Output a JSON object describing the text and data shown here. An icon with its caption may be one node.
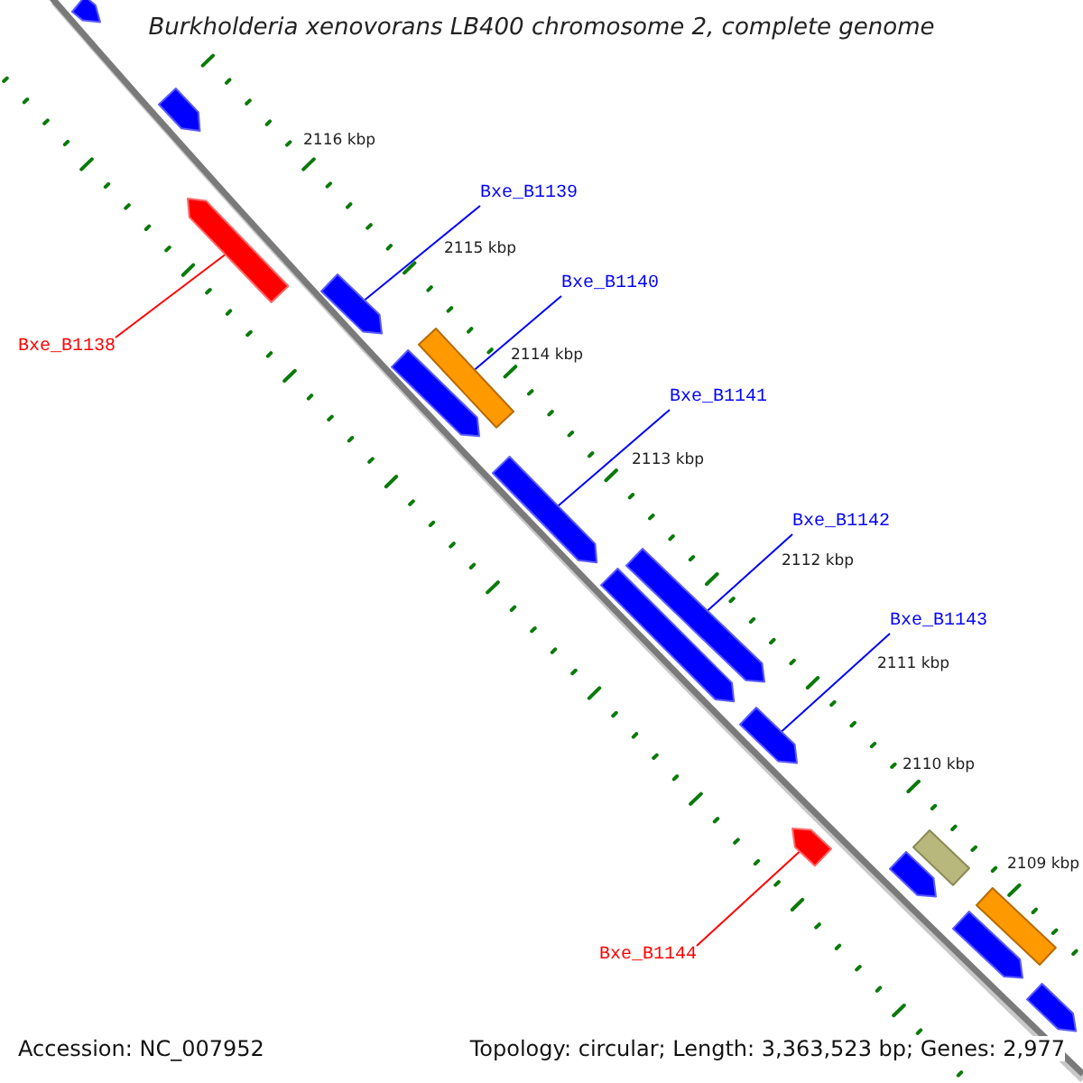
{
  "diagram": {
    "title": "Burkholderia xenovorans LB400 chromosome 2, complete genome",
    "nodes": [
      {
        "text": [],
        "shape": "pentagon"
      },
      {
        "text": [],
        "shape": "pentagon"
      },
      {
        "text": [],
        "shape": "pentagon"
      },
      {
        "text": [],
        "shape": "pentagon"
      },
      {
        "text": [],
        "shape": "pentagon"
      },
      {
        "text": [],
        "shape": "box"
      },
      {
        "text": [],
        "shape": "pentagon"
      },
      {
        "text": [],
        "shape": "pentagon"
      },
      {
        "text": [],
        "shape": "pentagon"
      },
      {
        "text": [],
        "shape": "pentagon"
      },
      {
        "text": [],
        "shape": "pentagon"
      },
      {
        "text": [],
        "shape": "pentagon"
      },
      {
        "text": [],
        "shape": "box"
      },
      {
        "text": [],
        "shape": "pentagon"
      },
      {
        "text": [],
        "shape": "box"
      },
      {
        "text": [],
        "shape": "pentagon"
      },
      {
        "text": [
          "Bxe_B1138"
        ]
      },
      {
        "text": [
          "Bxe_B1139"
        ]
      },
      {
        "text": [
          "Bxe_B1140"
        ]
      },
      {
        "text": [
          "Bxe_B1141"
        ]
      },
      {
        "text": [
          "Bxe_B1142"
        ]
      },
      {
        "text": [
          "Bxe_B1143"
        ]
      },
      {
        "text": [
          "Bxe_B1144"
        ]
      }
    ],
    "edges": [
      {
        "from": 16,
        "to": 2,
        "arrow": "none",
        "color": "#ff0000"
      },
      {
        "from": 17,
        "to": 3,
        "arrow": "none"
      },
      {
        "from": 18,
        "to": 5,
        "arrow": "none"
      },
      {
        "from": 19,
        "to": 6,
        "arrow": "none"
      },
      {
        "from": 20,
        "to": 8,
        "arrow": "none"
      },
      {
        "from": 21,
        "to": 9,
        "arrow": "none"
      },
      {
        "from": 22,
        "to": 10,
        "arrow": "none",
        "color": "#ff0000"
      }
    ],
    "labels": [
      "2116 kbp",
      "2115 kbp",
      "2114 kbp",
      "2113 kbp",
      "2112 kbp",
      "2111 kbp",
      "2110 kbp",
      "2109 kbp",
      "Accession: NC_007952",
      "Topology: circular; Length: 3,363,523 bp; Genes: 2,977"
    ]
  }
}
